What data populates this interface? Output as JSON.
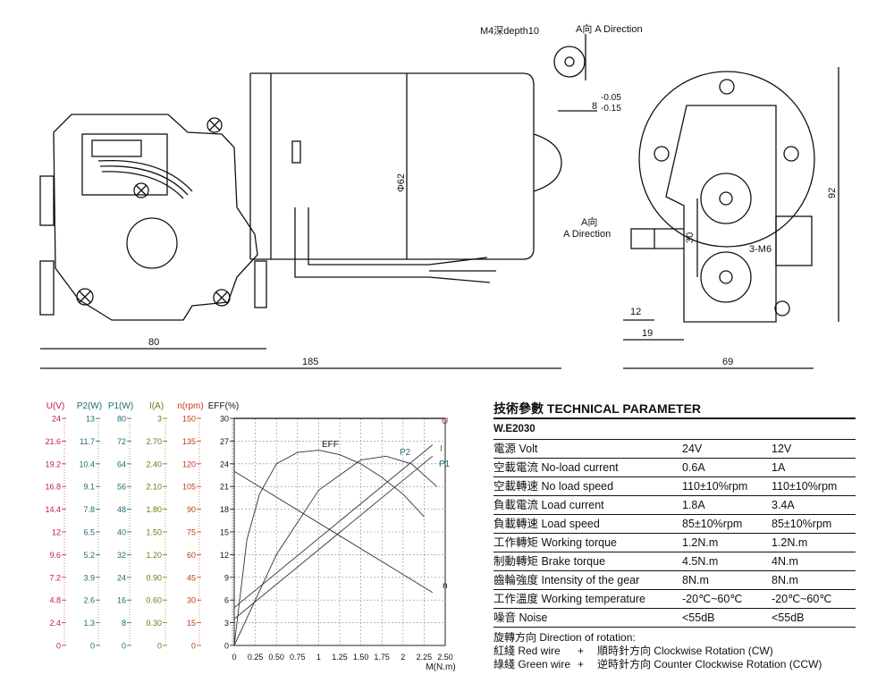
{
  "drawing": {
    "side_dims": {
      "length_total": "185",
      "gearbox_width": "80",
      "diameter": "Φ62"
    },
    "end_dims": {
      "width": "69",
      "height": "92",
      "shaft_offset": "12",
      "shaft_length": "19",
      "center_distance": "30",
      "hole_label": "3-M6"
    },
    "shaft_label": {
      "line1": "A向",
      "line2": "A Direction"
    },
    "detail": {
      "thread": "M4深depth10",
      "direction": "A向 A Direction",
      "tol_nominal": "8",
      "tol_upper": "-0.05",
      "tol_lower": "-0.15"
    }
  },
  "chart_data": {
    "type": "line",
    "title": "",
    "xlabel": "M(N.m)",
    "x_ticks": [
      "0",
      "0.25",
      "0.50",
      "0.75",
      "1",
      "1.25",
      "1.50",
      "1.75",
      "2",
      "2.25",
      "2.50"
    ],
    "xlim": [
      0,
      2.5
    ],
    "left_axes": [
      {
        "label": "U(V)",
        "ticks": [
          "0",
          "2.4",
          "4.8",
          "7.2",
          "9.6",
          "12",
          "14.4",
          "16.8",
          "19.2",
          "21.6",
          "24"
        ],
        "color": "#c0185b"
      },
      {
        "label": "P2(W)",
        "ticks": [
          "0",
          "1.3",
          "2.6",
          "3.9",
          "5.2",
          "6.5",
          "7.8",
          "9.1",
          "10.4",
          "11.7",
          "13"
        ],
        "color": "#1d6e72"
      },
      {
        "label": "P1(W)",
        "ticks": [
          "0",
          "8",
          "16",
          "24",
          "32",
          "40",
          "48",
          "56",
          "64",
          "72",
          "80"
        ],
        "color": "#1d6e72"
      },
      {
        "label": "I(A)",
        "ticks": [
          "0",
          "0.30",
          "0.60",
          "0.90",
          "1.20",
          "1.50",
          "1.80",
          "2.10",
          "2.40",
          "2.70",
          "3"
        ],
        "color": "#6b7a1a"
      },
      {
        "label": "n(rpm)",
        "ticks": [
          "0",
          "15",
          "30",
          "45",
          "60",
          "75",
          "90",
          "105",
          "120",
          "135",
          "150"
        ],
        "color": "#c03a1a"
      },
      {
        "label": "EFF(%)",
        "ticks": [
          "0",
          "3",
          "6",
          "9",
          "12",
          "15",
          "18",
          "21",
          "24",
          "27",
          "30"
        ],
        "color": "#111111"
      }
    ],
    "ylim": [
      0,
      30
    ],
    "grid": true,
    "series": [
      {
        "name": "U",
        "label_color": "#c0185b",
        "x": [
          0,
          2.5
        ],
        "y": [
          30,
          30
        ]
      },
      {
        "name": "EFF",
        "label_color": "#111111",
        "x": [
          0,
          0.15,
          0.3,
          0.5,
          0.75,
          1.0,
          1.25,
          1.5,
          1.75,
          2.0,
          2.25
        ],
        "y": [
          0,
          14,
          20,
          24,
          25.5,
          25.8,
          25.2,
          24,
          22.2,
          20,
          17
        ]
      },
      {
        "name": "P2",
        "label_color": "#1d6e72",
        "x": [
          0,
          0.5,
          1.0,
          1.5,
          1.8,
          2.1,
          2.4
        ],
        "y": [
          0,
          12,
          20.5,
          24.5,
          25,
          24,
          21
        ]
      },
      {
        "name": "I",
        "label_color": "#6b7a1a",
        "x": [
          0,
          2.35
        ],
        "y": [
          5,
          26.5
        ]
      },
      {
        "name": "P1",
        "label_color": "#1d6e72",
        "x": [
          0,
          2.35
        ],
        "y": [
          3.5,
          25
        ]
      },
      {
        "name": "n",
        "label_color": "#111111",
        "x": [
          0,
          2.35
        ],
        "y": [
          23,
          7
        ]
      }
    ]
  },
  "table": {
    "title": "技術參數 TECHNICAL PARAMETER",
    "model": "W.E2030",
    "rows": [
      [
        "電源 Volt",
        "24V",
        "12V"
      ],
      [
        "空載電流 No-load current",
        "0.6A",
        "1A"
      ],
      [
        "空載轉速 No load speed",
        "110±10%rpm",
        "110±10%rpm"
      ],
      [
        "負載電流 Load current",
        "1.8A",
        "3.4A"
      ],
      [
        "負載轉速 Load speed",
        "85±10%rpm",
        "85±10%rpm"
      ],
      [
        "工作轉矩 Working torque",
        "1.2N.m",
        "1.2N.m"
      ],
      [
        "制動轉矩 Brake torque",
        "4.5N.m",
        "4N.m"
      ],
      [
        "齒輪強度 Intensity of the gear",
        "8N.m",
        "8N.m"
      ],
      [
        "工作溫度 Working temperature",
        "-20℃~60℃",
        "-20℃~60℃"
      ],
      [
        "噪音 Noise",
        "<55dB",
        "<55dB"
      ]
    ],
    "notes": {
      "rotation_title": "旋轉方向 Direction of rotation:",
      "red_wire": "紅綫 Red wire",
      "red_rotation": "順時針方向 Clockwise Rotation (CW)",
      "green_wire": "綠綫 Green wire",
      "green_rotation": "逆時針方向 Counter Clockwise Rotation (CCW)",
      "plus": "+"
    }
  }
}
